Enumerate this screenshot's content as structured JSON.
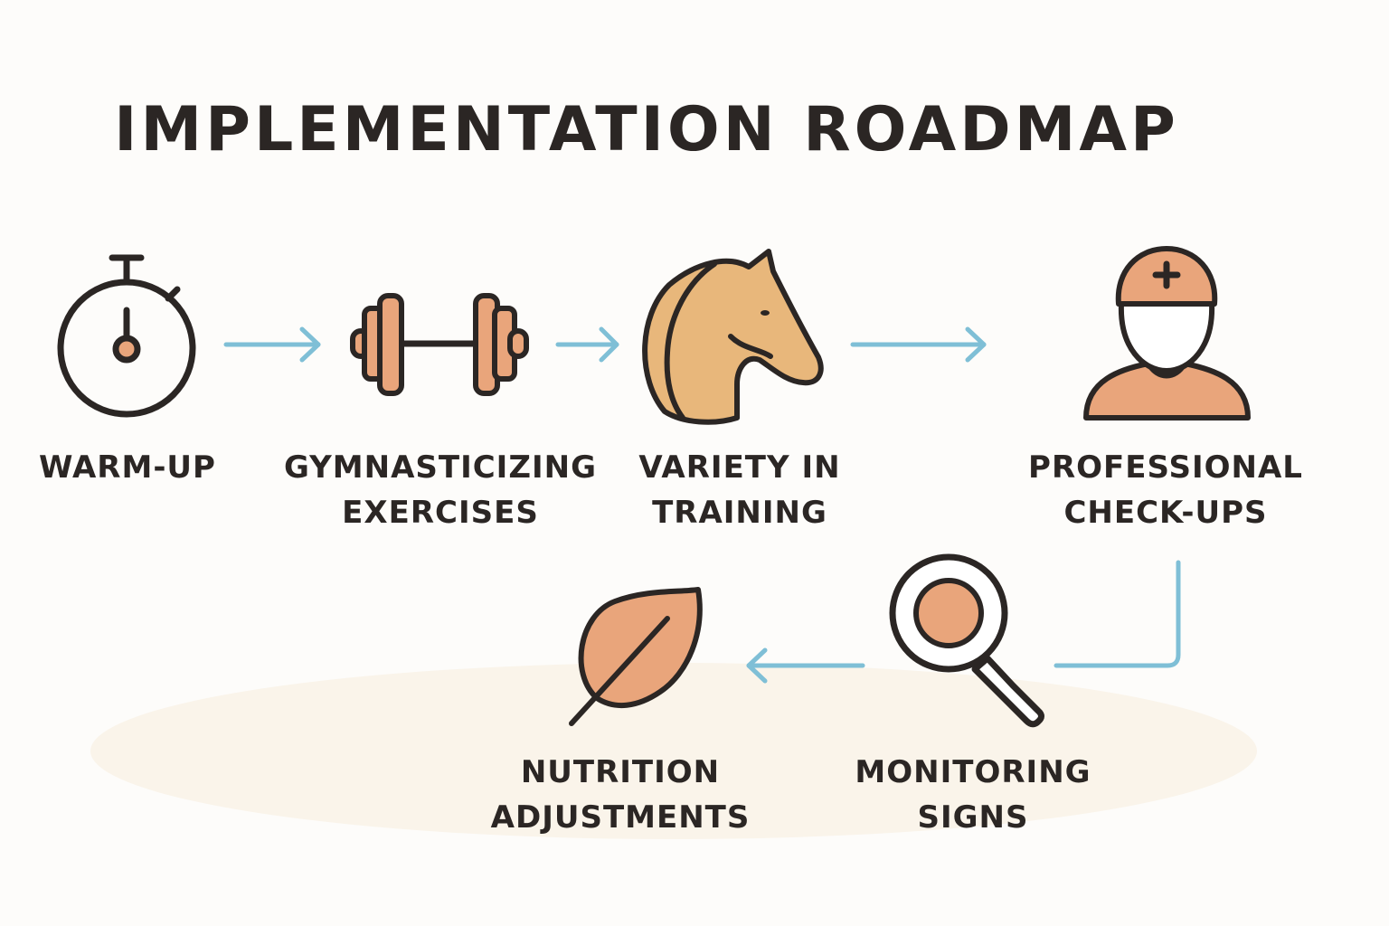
{
  "title": "IMPLEMENTATION ROADMAP",
  "steps": [
    {
      "icon": "stopwatch-icon",
      "lines": [
        "WARM-UP"
      ]
    },
    {
      "icon": "dumbbell-icon",
      "lines": [
        "GYMNASTICIZING",
        "EXERCISES"
      ]
    },
    {
      "icon": "horse-head-icon",
      "lines": [
        "VARIETY IN",
        "TRAINING"
      ]
    },
    {
      "icon": "veterinarian-icon",
      "lines": [
        "PROFESSIONAL",
        "CHECK-UPS"
      ]
    },
    {
      "icon": "magnifying-glass-icon",
      "lines": [
        "MONITORING",
        "SIGNS"
      ]
    },
    {
      "icon": "leaf-icon",
      "lines": [
        "NUTRITION",
        "ADJUSTMENTS"
      ]
    }
  ],
  "colors": {
    "ink": "#2b2624",
    "accent": "#e9a57b",
    "horse": "#e8b77b",
    "arrow": "#7fbfd6",
    "background": "#fdfcfa",
    "ground": "#faf4ea"
  }
}
